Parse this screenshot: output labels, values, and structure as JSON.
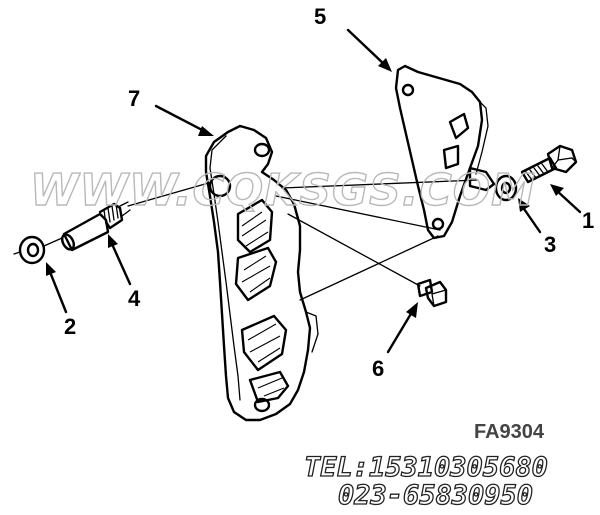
{
  "callouts": {
    "c1": "1",
    "c2": "2",
    "c3": "3",
    "c4": "4",
    "c5": "5",
    "c6": "6",
    "c7": "7"
  },
  "watermark": {
    "site": "WWW.CQKSGS.COM",
    "phone": "TEL:15310305680",
    "alt_phone": "023-65830950"
  },
  "figure": {
    "part_code": "FA9304"
  }
}
